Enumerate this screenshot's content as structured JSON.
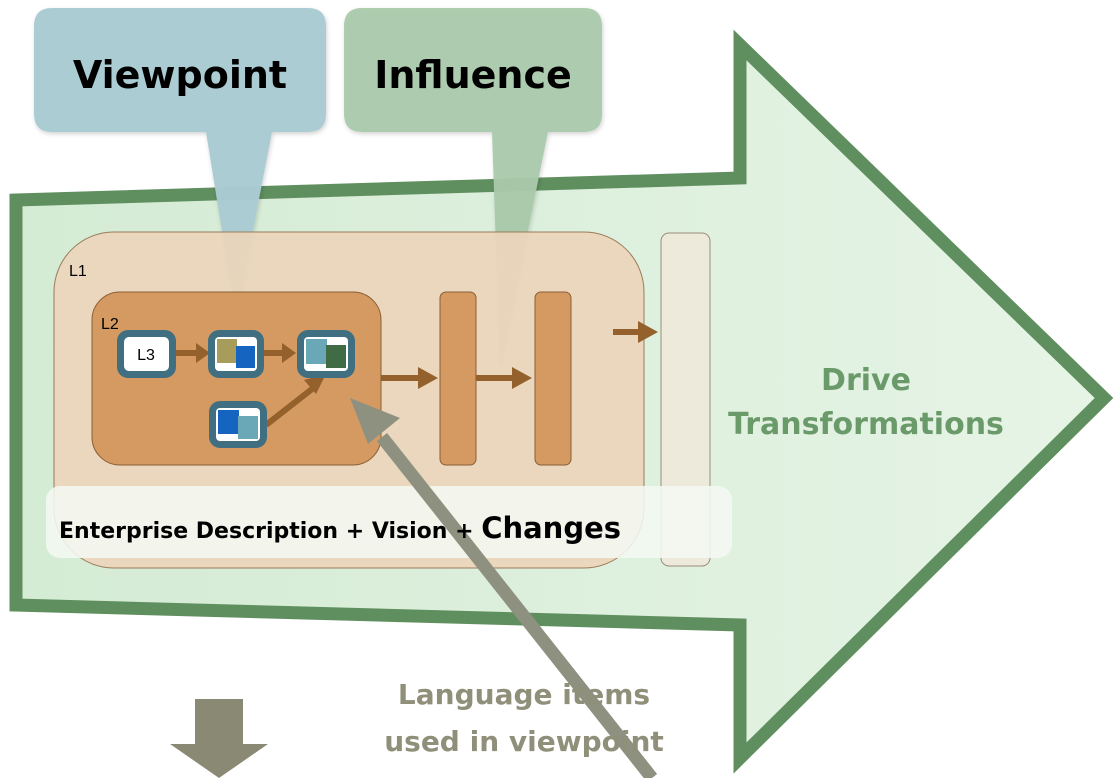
{
  "callouts": {
    "viewpoint": "Viewpoint",
    "influence": "Influence"
  },
  "levels": {
    "l1": "L1",
    "l2": "L2",
    "l3": "L3"
  },
  "caption": {
    "main": "Enterprise Description + Vision + ",
    "emphasis": "Changes"
  },
  "arrow_text": {
    "line1": "Drive",
    "line2": "Transformations"
  },
  "pointer_label": {
    "line1": "Language items",
    "line2": "used in viewpoint"
  },
  "colors": {
    "big_arrow_fill": "#dcefdc",
    "big_arrow_stroke": "#5f8f5f",
    "viewpoint_callout": "#a9cbd3",
    "influence_callout": "#aac9ab",
    "l1_fill": "#ecd5bb",
    "l2_fill": "#d49a62",
    "connector": "#94602c",
    "node_border": "#3f6f80",
    "pointer_arrow": "#8f9180",
    "down_arrow": "#8a8a74",
    "green_text": "#6a9a6a",
    "grey_text": "#8f8f7a"
  }
}
